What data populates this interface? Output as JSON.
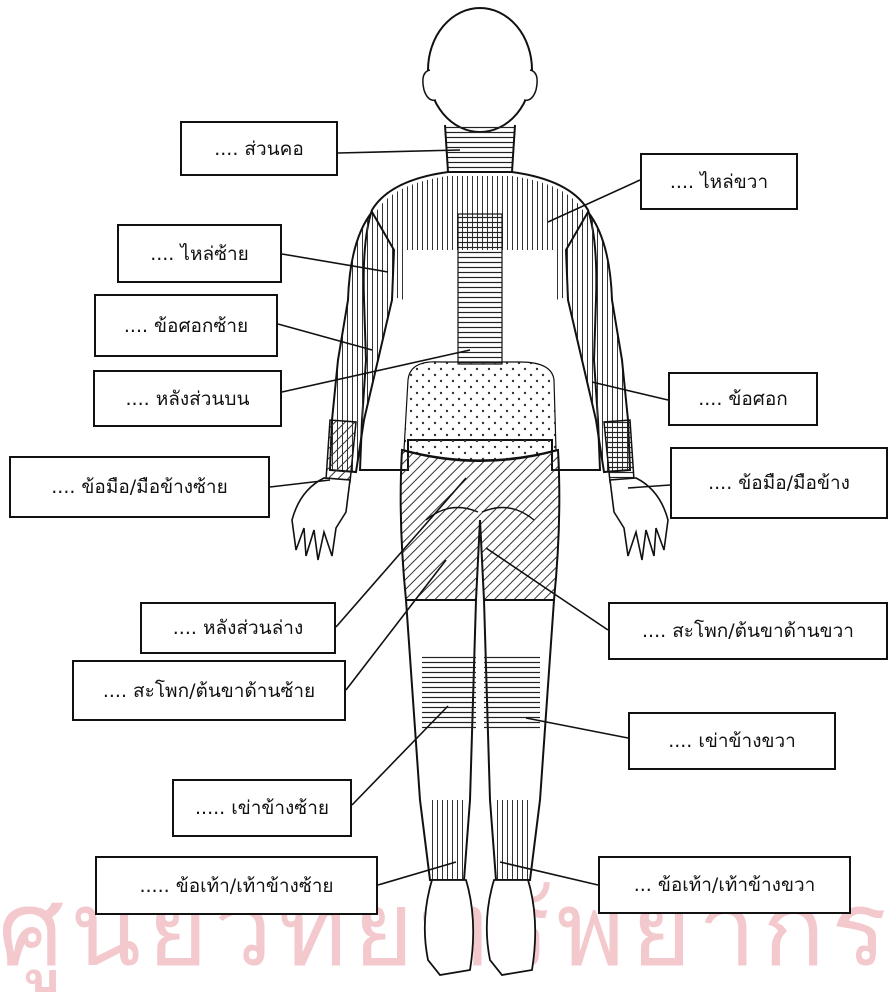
{
  "labels": {
    "neck": ".... ส่วนคอ",
    "right_shoulder": ".... ไหล่ขวา",
    "left_shoulder": ".... ไหล่ซ้าย",
    "left_elbow": ".... ข้อศอกซ้าย",
    "upper_back": ".... หลังส่วนบน",
    "right_elbow": ".... ข้อศอก",
    "left_wrist": ".... ข้อมือ/มือข้างซ้าย",
    "right_wrist": ".... ข้อมือ/มือข้าง",
    "lower_back": ".... หลังส่วนล่าง",
    "right_hip_thigh": ".... สะโพก/ต้นขาด้านขวา",
    "left_hip_thigh": ".... สะโพก/ต้นขาด้านซ้าย",
    "right_knee": ".... เข่าข้างขวา",
    "left_knee": "..... เข่าข้างซ้าย",
    "left_ankle_foot": "..... ข้อเท้า/เท้าข้างซ้าย",
    "right_ankle_foot": "... ข้อเท้า/เท้าข้างขวา"
  },
  "watermark": "ศูนย์วิทยทรัพยากร",
  "colors": {
    "line": "#111111",
    "watermark": "#f3c9cd",
    "background": "#ffffff"
  }
}
